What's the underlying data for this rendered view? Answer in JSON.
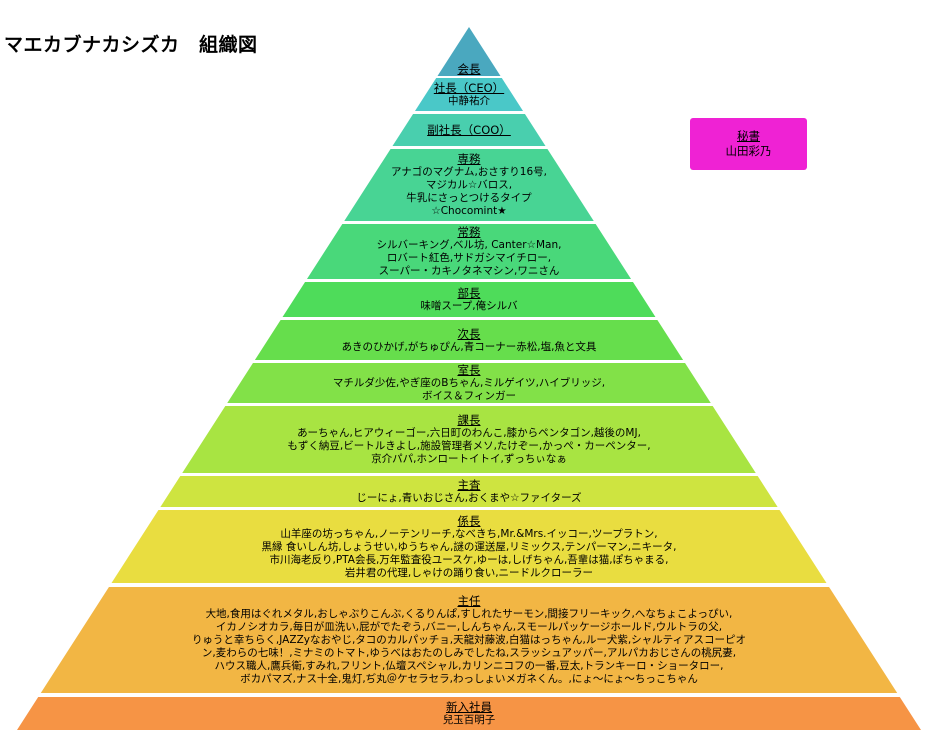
{
  "title": "マエカブナカシズカ　組織図",
  "tiers": [
    {
      "title": "会長",
      "members": "",
      "color": "#4aa8bf"
    },
    {
      "title": "社長（CEO）",
      "members": "中静祐介",
      "color": "#4ac8c8"
    },
    {
      "title": "副社長（COO）",
      "members": "",
      "color": "#49cfae"
    },
    {
      "title": "専務",
      "members": "アナゴのマグナム,おさすり16号,\nマジカル☆バロス,\n牛乳にさっとつけるタイプ\n☆Chocomint★",
      "color": "#48d494"
    },
    {
      "title": "常務",
      "members": "シルバーキング,ベル坊, Canter☆Man,\nロバート紅色,サドガシマイチロー,\nスーパー・カキノタネマシン,ワニさん",
      "color": "#49d87a"
    },
    {
      "title": "部長",
      "members": "味噌スープ,俺シルバ",
      "color": "#4edc5a"
    },
    {
      "title": "次長",
      "members": "あきのひかげ,がちゅぴん,青コーナー赤松,塩,魚と文具",
      "color": "#66de4c"
    },
    {
      "title": "室長",
      "members": "マチルダ少佐,やぎ座のBちゃん,ミルゲイツ,ハイブリッジ,\nボイス＆フィンガー",
      "color": "#82e148"
    },
    {
      "title": "課長",
      "members": "あーちゃん,ヒアウィーゴー,六日町のわんこ,膝からペンタゴン,越後のMJ,\nもずく納豆,ビートルきよし,施設管理者メソ,たけぞー,かっぺ・カーペンター,\n京介パパ,ホンロートイトイ,ずっちぃなぁ",
      "color": "#a8e442"
    },
    {
      "title": "主査",
      "members": "じーにょ,青いおじさん,おくまや☆ファイターズ",
      "color": "#cee440"
    },
    {
      "title": "係長",
      "members": "山羊座の坊っちゃん,ノーテンリーチ,なべきち,Mr.&Mrs.イッコー,ツープラトン,\n黒縁 食いしん坊,しょうせい,ゆうちゃん,謎の運送屋,リミックス,テンパーマン,ニキータ,\n市川海老反り,PTA会長,万年監査役ユースケ,ゆーは,しげちゃん,吾輩は猫,ぽちゃまる,\n岩井君の代理,しゃけの踊り食い,ニードルクローラー",
      "color": "#e9dd40"
    },
    {
      "title": "主任",
      "members": "大地,食用はぐれメタル,おしゃぶりこんぶ,くるりんぱ,すしれたサーモン,間接フリーキック,へなちょこよっぴい,\nイカノシオカラ,毎日が皿洗い,屁がでたぞう,バニー,しんちゃん,スモールパッケージホールド,ウルトラの父,\nりゅうと幸ちらく,JAZZyなおやじ,タコのカルパッチョ,天龍対藤波,白猫はっちゃん,ルー犬紫,シャルティアスコーピオ\nン,麦わらの七味！,ミナミのトマト,ゆうべはおたのしみでしたね,スラッシュアッパー,アルパカおじさんの桃尻妻,\nハウス職人,鷹兵衛,すみれ,フリント,仏壇スペシャル,カリンニコフの一番,豆太,トランキーロ・ショータロー,\nボカパマズ,ナス十全,鬼灯,ぢ丸＠ケセラセラ,わっしょいメガネくん。,にょ〜にょ〜ちっこちゃん",
      "color": "#f2b644"
    },
    {
      "title": "新入社員",
      "members": "兒玉百明子",
      "color": "#f69445"
    }
  ],
  "secretary": {
    "title": "秘書",
    "name": "山田彩乃",
    "color": "#ef22d4"
  }
}
